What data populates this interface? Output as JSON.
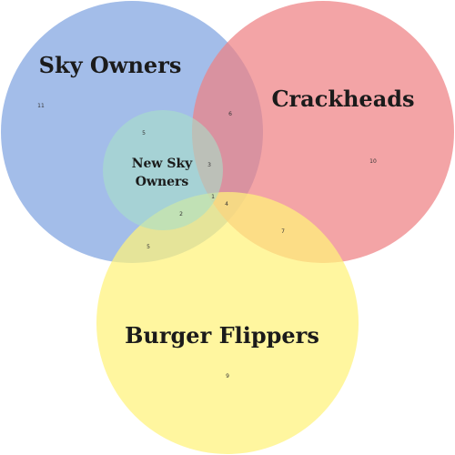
{
  "sets": [
    {
      "id": "sky",
      "label": "Sky Owners",
      "color": "#7fa3e0"
    },
    {
      "id": "crack",
      "label": "Crackheads",
      "color": "#ee8184"
    },
    {
      "id": "burger",
      "label": "Burger Flippers",
      "color": "#fff27a"
    }
  ],
  "subset": {
    "label_line1": "New Sky",
    "label_line2": "Owners",
    "color": "#a9e0c8"
  },
  "regions": {
    "sky_only": "11",
    "sky_subset_top": "5",
    "sky_crack": "6",
    "subset_crack": "3",
    "center_top": "1",
    "center_right": "4",
    "subset_burger": "2",
    "sky_burger": "5",
    "crack_only": "10",
    "crack_burger": "7",
    "burger_only": "9"
  }
}
